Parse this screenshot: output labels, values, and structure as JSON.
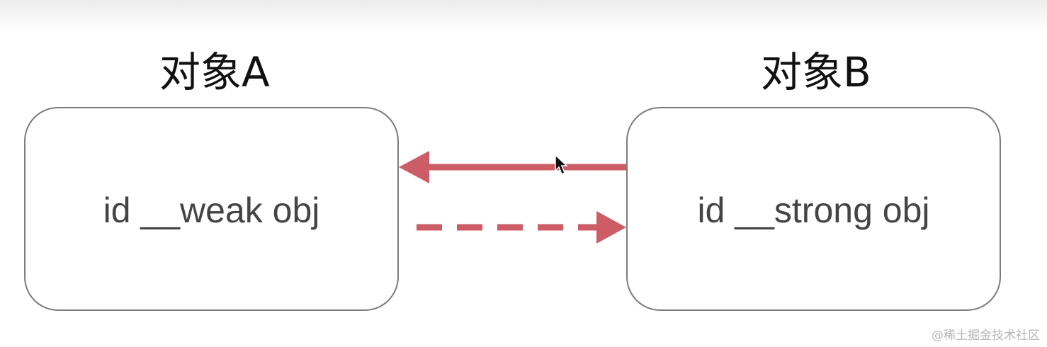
{
  "objects": {
    "a": {
      "title": "对象A",
      "label": "id __weak obj"
    },
    "b": {
      "title": "对象B",
      "label": "id __strong obj"
    }
  },
  "watermark": "@稀土掘金技术社区",
  "colors": {
    "arrow": "#cc5d66",
    "box_border": "#7c7c7c",
    "title_text": "#111111",
    "label_text": "#444444"
  }
}
